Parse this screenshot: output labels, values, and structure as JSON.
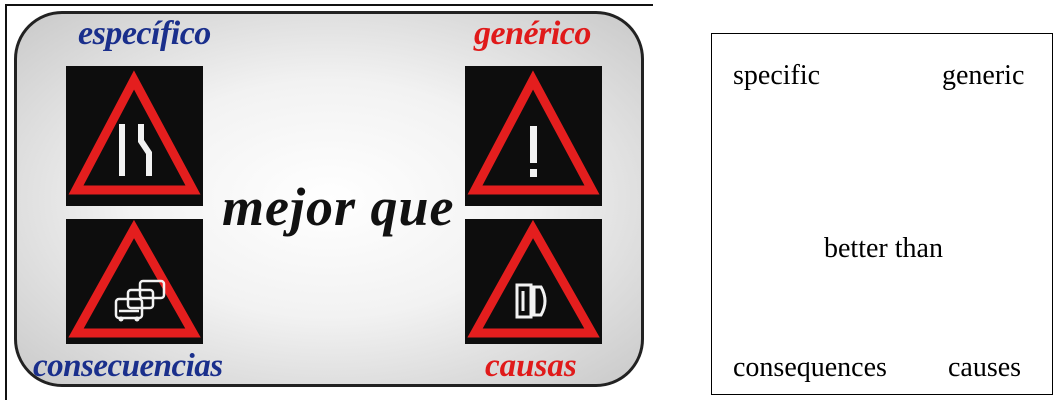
{
  "figure": {
    "labels": {
      "specific": "específico",
      "generic": "genérico",
      "consequences": "consecuencias",
      "causes": "causas",
      "center": "mejor que"
    },
    "signs": [
      {
        "position": "top-left",
        "icon": "road-narrows-icon"
      },
      {
        "position": "bottom-left",
        "icon": "traffic-jam-icon"
      },
      {
        "position": "top-right",
        "icon": "exclamation-icon"
      },
      {
        "position": "bottom-right",
        "icon": "brake-pad-icon"
      }
    ],
    "colors": {
      "blue_label": "#1a2f8c",
      "red_label": "#e01a1a",
      "sign_red": "#e41e1e",
      "sign_bg": "#0d0d0d"
    }
  },
  "translation": {
    "specific": "specific",
    "generic": "generic",
    "better_than": "better than",
    "consequences": "consequences",
    "causes": "causes"
  }
}
